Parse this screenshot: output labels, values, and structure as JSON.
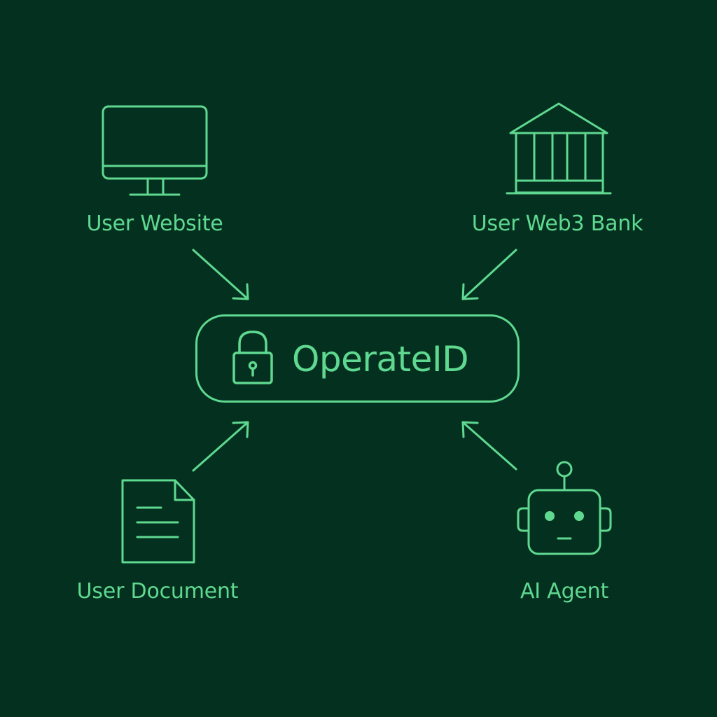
{
  "colors": {
    "background": "#04311f",
    "accent": "#5fd890"
  },
  "center": {
    "title": "OperateID",
    "icon": "padlock-icon"
  },
  "nodes": {
    "user_website": {
      "label": "User Website",
      "icon": "monitor-icon"
    },
    "user_web3_bank": {
      "label": "User Web3 Bank",
      "icon": "bank-building-icon"
    },
    "user_document": {
      "label": "User Document",
      "icon": "document-icon"
    },
    "ai_agent": {
      "label": "AI Agent",
      "icon": "robot-icon"
    }
  }
}
